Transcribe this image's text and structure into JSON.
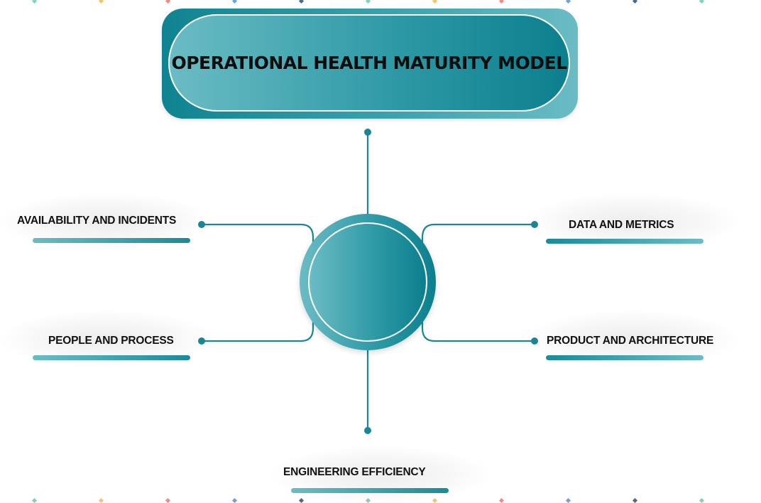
{
  "title": "OPERATIONAL HEALTH MATURITY MODEL",
  "nodes": {
    "availability": "AVAILABILITY AND INCIDENTS",
    "people": "PEOPLE AND PROCESS",
    "data": "DATA AND METRICS",
    "product": "PRODUCT AND ARCHITECTURE",
    "engineering": "ENGINEERING EFFICIENCY"
  },
  "colors": {
    "teal_dark": "#0c7f8e",
    "teal_mid": "#2f9aa6",
    "teal_light": "#6bbcc4",
    "connector": "#1a8796",
    "decor_dots": [
      "#7fd3b6",
      "#f2c46d",
      "#f08a8a",
      "#6ea3d6",
      "#4a6a8a"
    ]
  }
}
